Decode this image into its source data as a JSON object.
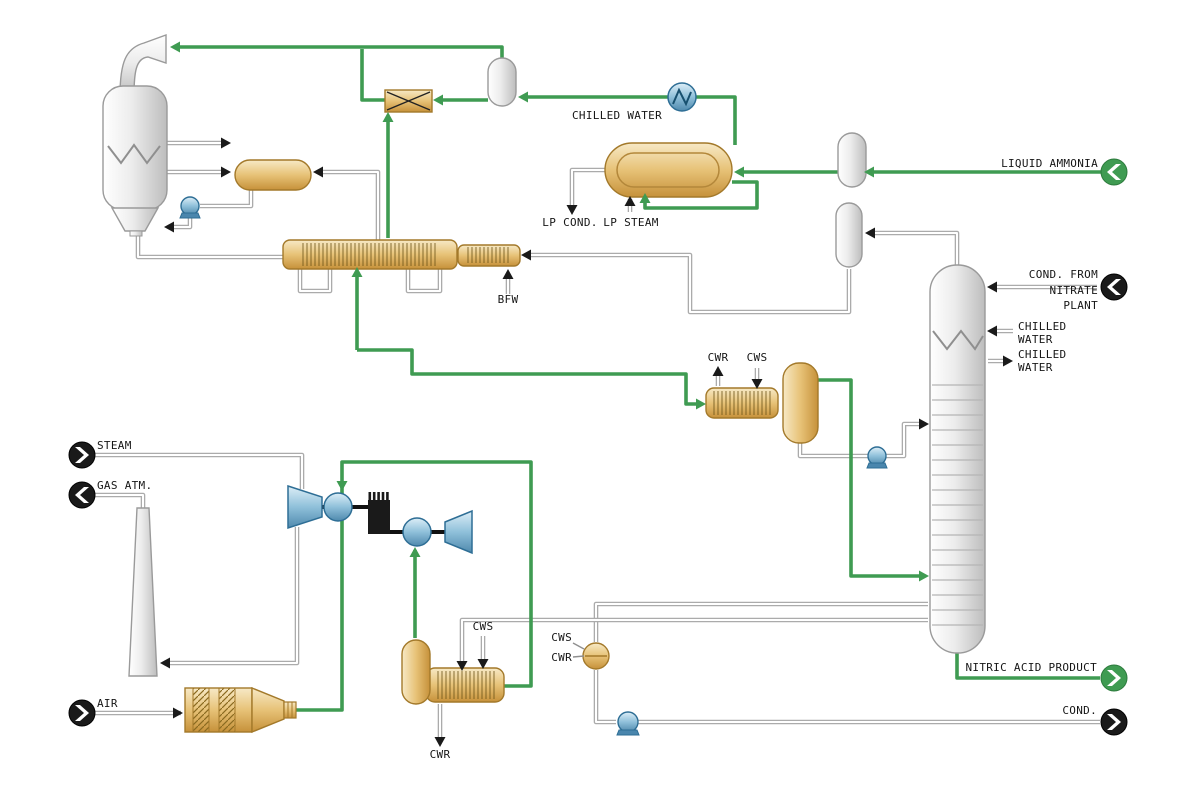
{
  "labels": {
    "chilled_water": "CHILLED WATER",
    "lp_cond": "LP COND.",
    "lp_steam": "LP STEAM",
    "liquid_ammonia": "LIQUID AMMONIA",
    "cond_from": "COND. FROM",
    "nitrate": "NITRATE",
    "plant": "PLANT",
    "chilled1a": "CHILLED",
    "chilled1b": "WATER",
    "chilled2a": "CHILLED",
    "chilled2b": "WATER",
    "bfw": "BFW",
    "cwr_mid": "CWR",
    "cws_mid": "CWS",
    "steam": "STEAM",
    "gas_atm": "GAS ATM.",
    "air": "AIR",
    "cws_bottom": "CWS",
    "cwr_bottom": "CWR",
    "cws_small": "CWS",
    "cwr_small": "CWR",
    "nitric_acid_product": "NITRIC ACID PRODUCT",
    "cond_out": "COND."
  },
  "colors": {
    "process_green": "#3f9b52",
    "pipe_grey": "#ababab",
    "arrow_black": "#1a1a1a",
    "equipment_tan": "#e0b25c",
    "equipment_blue": "#6fa7c8",
    "vessel_grey": "#d9d9d9"
  },
  "ports": {
    "steam": {
      "direction": "right",
      "color": "#1a1a1a"
    },
    "gas_atm": {
      "direction": "left",
      "color": "#1a1a1a"
    },
    "air": {
      "direction": "right",
      "color": "#1a1a1a"
    },
    "liquid_ammonia": {
      "direction": "left",
      "color": "#3f9b52"
    },
    "cond_from_nitrate_plant": {
      "direction": "left",
      "color": "#1a1a1a"
    },
    "nitric_acid_product": {
      "direction": "right",
      "color": "#3f9b52"
    },
    "cond": {
      "direction": "right",
      "color": "#1a1a1a"
    }
  }
}
